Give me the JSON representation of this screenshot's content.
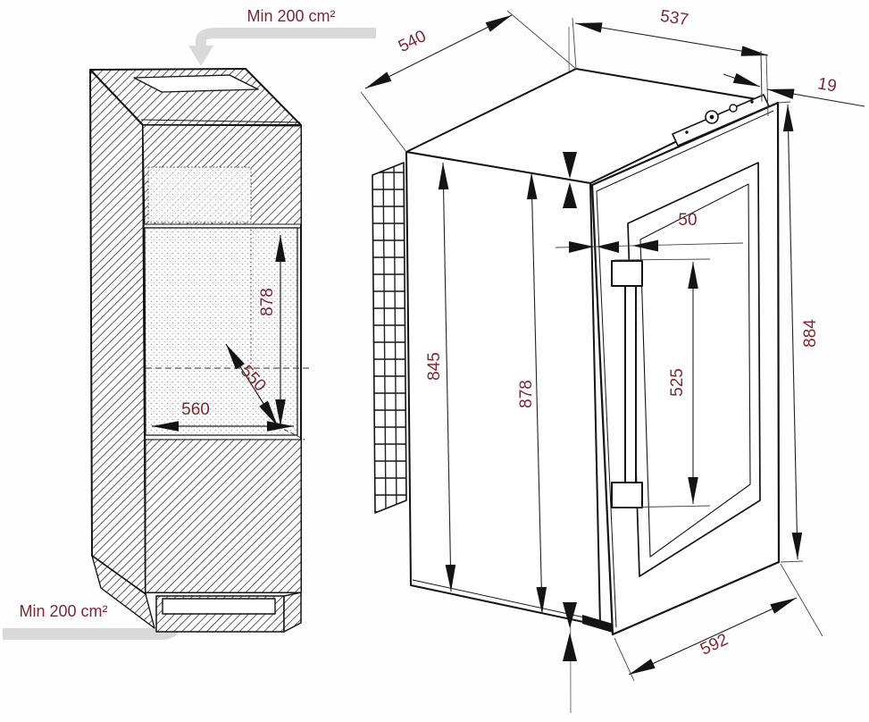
{
  "colors": {
    "dimension_text": "#7b2836",
    "gray_arrow": "#d9d9d9",
    "line": "#141414"
  },
  "left_figure": {
    "description": "cabinet niche cross-section",
    "top_vent_label": "Min 200 cm²",
    "bottom_vent_label": "Min 200 cm²",
    "dims": {
      "niche_height": "878",
      "niche_depth": "550",
      "niche_width": "560"
    }
  },
  "right_figure": {
    "description": "appliance overall dimensions",
    "dims": {
      "top_depth": "540",
      "top_width": "537",
      "door_proud": "19",
      "handle_to_edge": "50",
      "rear_height": "845",
      "front_height": "878",
      "handle_length": "525",
      "door_height": "884",
      "door_bottom_width": "592"
    }
  }
}
